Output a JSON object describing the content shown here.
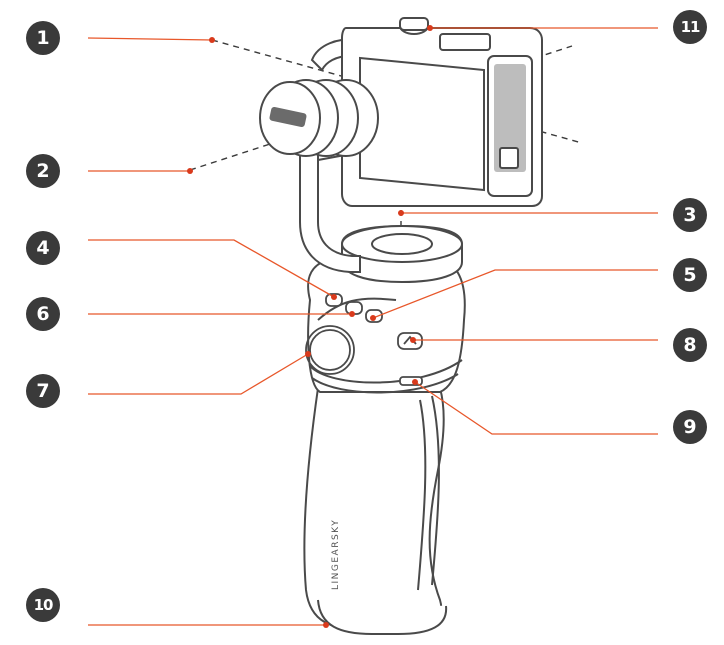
{
  "colors": {
    "leader": "#e8572a",
    "dot": "#d93a1c",
    "outline": "#4a4a4a",
    "badge": "#3a3a3a",
    "axis": "#3a3a3a"
  },
  "callouts": [
    {
      "id": "c1",
      "number": "1"
    },
    {
      "id": "c2",
      "number": "2"
    },
    {
      "id": "c3",
      "number": "3"
    },
    {
      "id": "c4",
      "number": "4"
    },
    {
      "id": "c5",
      "number": "5"
    },
    {
      "id": "c6",
      "number": "6"
    },
    {
      "id": "c7",
      "number": "7"
    },
    {
      "id": "c8",
      "number": "8"
    },
    {
      "id": "c9",
      "number": "9"
    },
    {
      "id": "c10",
      "number": "10"
    },
    {
      "id": "c11",
      "number": "11"
    }
  ],
  "device": {
    "handle_brand_text": "LINGEARSKY",
    "motor_label_text": "LINGEARSKY",
    "phone_icon": "phone-clamp-icon"
  }
}
